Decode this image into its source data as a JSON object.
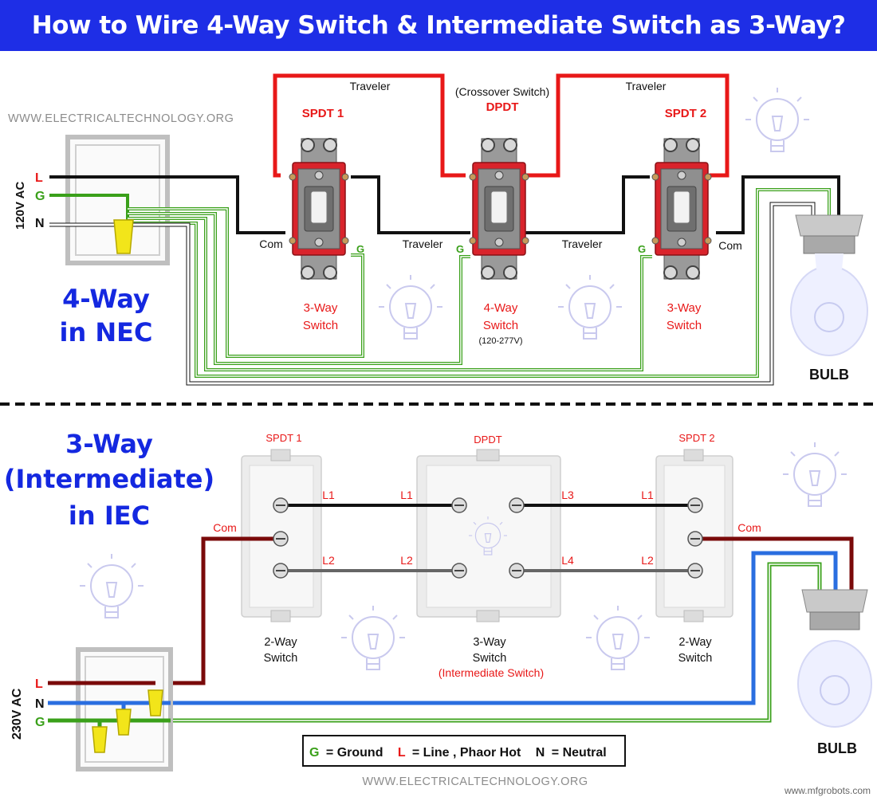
{
  "title": "How to Wire 4-Way Switch & Intermediate Switch as 3-Way?",
  "website": "WWW.ELECTRICALTECHNOLOGY.ORG",
  "watermark": "www.mfgrobots.com",
  "colors": {
    "title_bg": "#1e2ee6",
    "line_red": "#e81818",
    "line_black": "#111111",
    "ground_green": "#3aa01a",
    "neutral_blue": "#2a6ee0",
    "line_maroon": "#7a0a0a",
    "heading_blue": "#1428e0",
    "switch_red": "#d9232b",
    "wire_nut_yellow": "#f2e51a"
  },
  "nec": {
    "heading_line1": "4-Way",
    "heading_line2": "in NEC",
    "supply_voltage": "120V AC",
    "supply_labels": {
      "L": "L",
      "G": "G",
      "N": "N"
    },
    "top_labels": {
      "traveler_left": "Traveler",
      "traveler_right": "Traveler",
      "crossover": "(Crossover Switch)"
    },
    "switches": [
      {
        "type": "SPDT 1",
        "name_line1": "3-Way",
        "name_line2": "Switch",
        "rating": ""
      },
      {
        "type": "DPDT",
        "name_line1": "4-Way",
        "name_line2": "Switch",
        "rating": "(120-277V)"
      },
      {
        "type": "SPDT 2",
        "name_line1": "3-Way",
        "name_line2": "Switch",
        "rating": ""
      }
    ],
    "wire_labels": {
      "com_left": "Com",
      "traveler_mid_left": "Traveler",
      "traveler_mid_right": "Traveler",
      "com_right": "Com",
      "ground_g": "G"
    },
    "bulb_label": "BULB"
  },
  "iec": {
    "heading_line1": "3-Way",
    "heading_line2": "(Intermediate)",
    "heading_line3": "in IEC",
    "supply_voltage": "230V AC",
    "supply_labels": {
      "L": "L",
      "N": "N",
      "G": "G"
    },
    "switches": [
      {
        "type": "SPDT 1",
        "name_line1": "2-Way",
        "name_line2": "Switch",
        "name_line3": ""
      },
      {
        "type": "DPDT",
        "name_line1": "3-Way",
        "name_line2": "Switch",
        "name_line3": "(Intermediate Switch)"
      },
      {
        "type": "SPDT 2",
        "name_line1": "2-Way",
        "name_line2": "Switch",
        "name_line3": ""
      }
    ],
    "terminal_labels": {
      "s1_l1": "L1",
      "s1_l2": "L2",
      "s1_com": "Com",
      "d_l1": "L1",
      "d_l2": "L2",
      "d_l3": "L3",
      "d_l4": "L4",
      "s2_l1": "L1",
      "s2_l2": "L2",
      "s2_com": "Com"
    },
    "bulb_label": "BULB"
  },
  "legend": {
    "g_key": "G",
    "g_text": "= Ground",
    "l_key": "L",
    "l_text": "= Line , Phaor Hot",
    "n_key": "N",
    "n_text": "= Neutral"
  },
  "icons": [
    "bulb-watermark-icon",
    "wire-nut-icon",
    "switch-plate-icon"
  ]
}
